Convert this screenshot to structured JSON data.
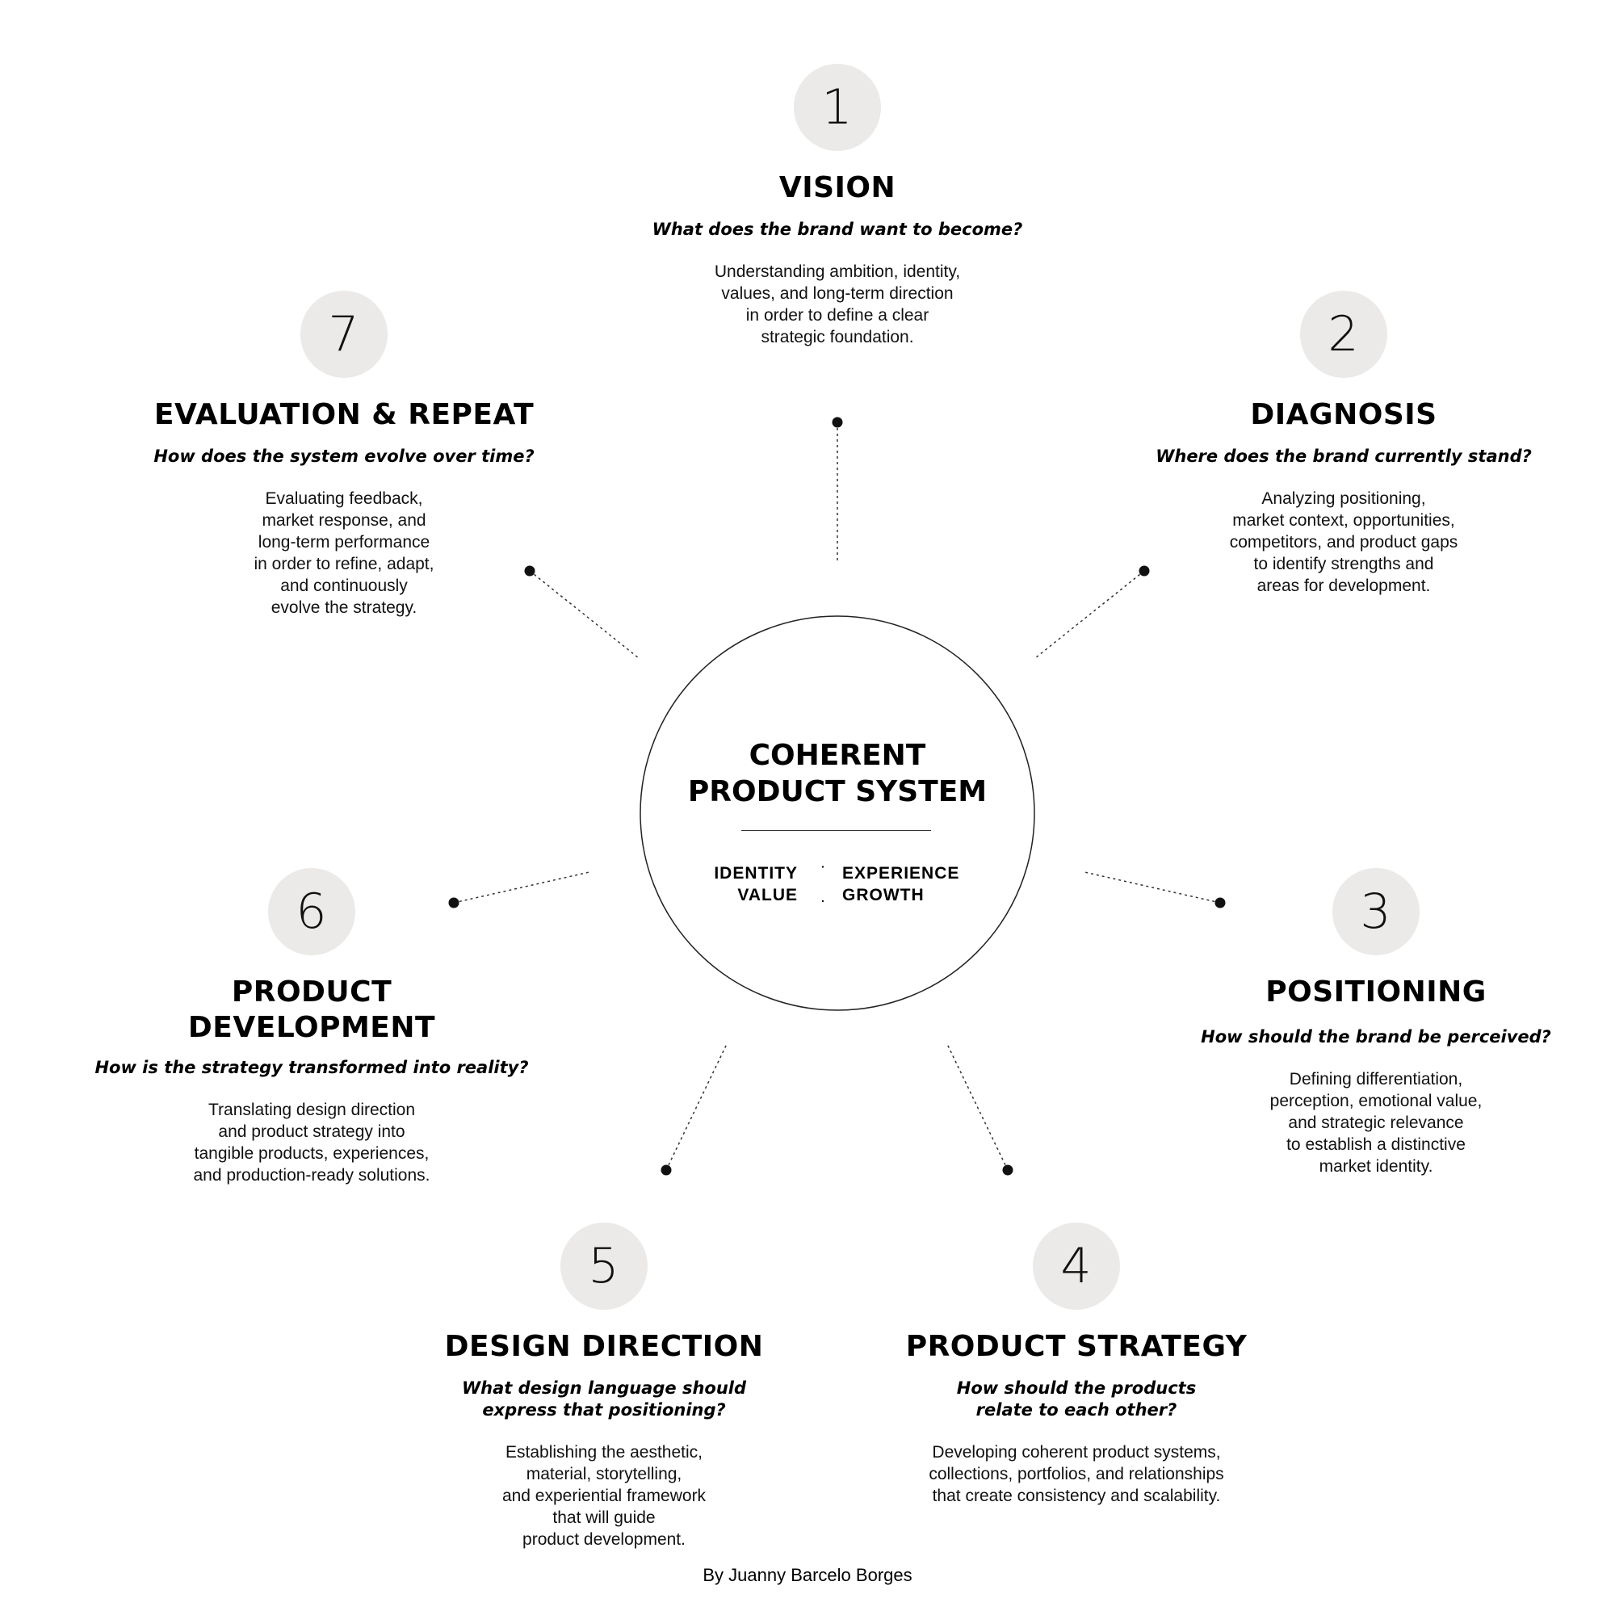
{
  "center": {
    "title_line1": "COHERENT",
    "title_line2": "PRODUCT SYSTEM",
    "pillars": [
      "IDENTITY",
      "EXPERIENCE",
      "VALUE",
      "GROWTH"
    ]
  },
  "steps": [
    {
      "number": "1",
      "title": "VISION",
      "question": [
        "What does the brand want to become?"
      ],
      "description": [
        "Understanding ambition, identity,",
        "values, and long-term direction",
        "in order to define a clear",
        "strategic foundation."
      ]
    },
    {
      "number": "2",
      "title": "DIAGNOSIS",
      "question": [
        "Where does the brand currently stand?"
      ],
      "description": [
        "Analyzing positioning,",
        "market context, opportunities,",
        "competitors, and product gaps",
        "to identify strengths and",
        "areas for development."
      ]
    },
    {
      "number": "3",
      "title": "POSITIONING",
      "question": [
        "How should the brand be perceived?"
      ],
      "description": [
        "Defining differentiation,",
        "perception, emotional value,",
        "and strategic relevance",
        "to establish a distinctive",
        "market identity."
      ]
    },
    {
      "number": "4",
      "title": "PRODUCT STRATEGY",
      "question": [
        "How should the products",
        "relate to each other?"
      ],
      "description": [
        "Developing coherent product systems,",
        "collections, portfolios, and relationships",
        "that create consistency and scalability."
      ]
    },
    {
      "number": "5",
      "title": "DESIGN DIRECTION",
      "question": [
        "What design language should",
        "express that positioning?"
      ],
      "description": [
        "Establishing the aesthetic,",
        "material, storytelling,",
        "and experiential framework",
        "that will guide",
        "product development."
      ]
    },
    {
      "number": "6",
      "title_lines": [
        "PRODUCT",
        "DEVELOPMENT"
      ],
      "question": [
        "How is the strategy transformed into reality?"
      ],
      "description": [
        "Translating design direction",
        "and product strategy into",
        "tangible products, experiences,",
        "and production-ready solutions."
      ]
    },
    {
      "number": "7",
      "title": "EVALUATION & REPEAT",
      "question": [
        "How does the system evolve over time?"
      ],
      "description": [
        "Evaluating feedback,",
        "market response, and",
        "long-term performance",
        "in order to refine, adapt,",
        "and continuously",
        "evolve the strategy."
      ]
    }
  ],
  "byline": "By Juanny Barcelo Borges",
  "colors": {
    "number_circle": "#ebeae8",
    "text": "#000000",
    "connector": "#222222"
  }
}
